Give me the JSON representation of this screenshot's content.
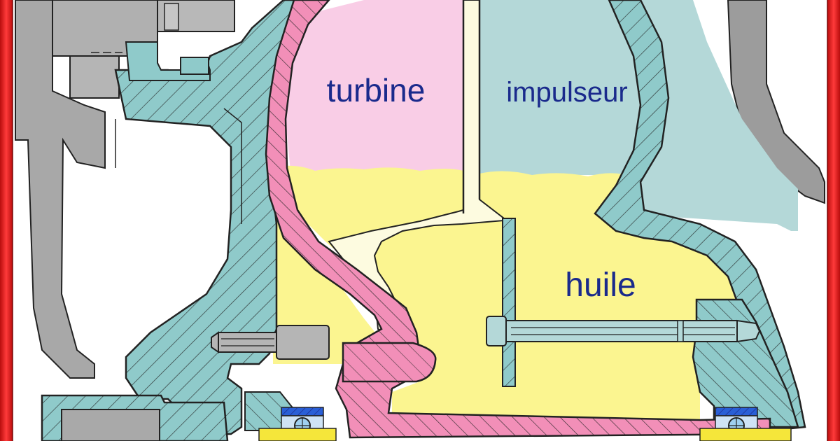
{
  "labels": {
    "turbine": "turbine",
    "impulseur": "impulseur",
    "huile": "huile"
  },
  "colors": {
    "turbine_fill": "#f9cde6",
    "turbine_metal": "#f28fb8",
    "impulseur_fill": "#b4d8d8",
    "housing_metal": "#8fcaca",
    "oil": "#fbf590",
    "grey_part": "#a3a3a3",
    "frame_red": "#e62020",
    "label_text": "#1a2a8c",
    "bearing_blue": "#2a5fd6",
    "bearing_yellow": "#f5e63a"
  }
}
